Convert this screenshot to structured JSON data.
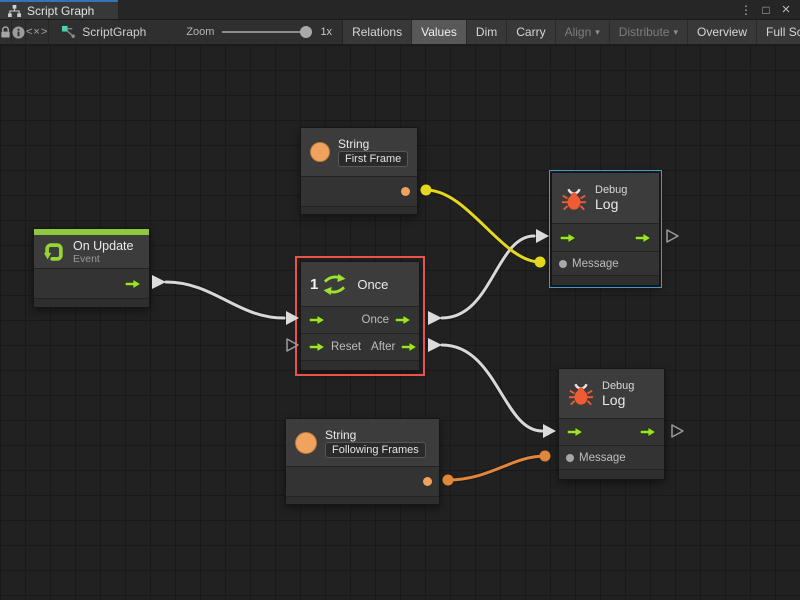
{
  "titlebar": {
    "tab_label": "Script Graph",
    "menu_glyph": "⋮",
    "maximize_glyph": "□",
    "close_glyph": "×"
  },
  "toolbar": {
    "code_glyph": "<×>",
    "graph_name": "ScriptGraph",
    "zoom_label": "Zoom",
    "zoom_value": "1x",
    "buttons": [
      {
        "label": "Relations",
        "state": "normal"
      },
      {
        "label": "Values",
        "state": "active"
      },
      {
        "label": "Dim",
        "state": "normal"
      },
      {
        "label": "Carry",
        "state": "normal"
      },
      {
        "label": "Align",
        "state": "disabled",
        "caret": "▾"
      },
      {
        "label": "Distribute",
        "state": "disabled",
        "caret": "▾"
      },
      {
        "label": "Overview",
        "state": "normal"
      },
      {
        "label": "Full Screen",
        "state": "normal"
      }
    ]
  },
  "nodes": {
    "string_first": {
      "title": "String",
      "value": "First Frame"
    },
    "on_update": {
      "title": "On Update",
      "subtitle": "Event"
    },
    "once": {
      "badge": "1",
      "title": "Once",
      "out_once": "Once",
      "in_reset": "Reset",
      "out_after": "After"
    },
    "debug_top": {
      "title": "Debug",
      "subtitle": "Log",
      "message": "Message"
    },
    "string_following": {
      "title": "String",
      "value": "Following Frames"
    },
    "debug_bottom": {
      "title": "Debug",
      "subtitle": "Log",
      "message": "Message"
    }
  },
  "connections": [
    {
      "from": "On Update flow out",
      "to": "Once flow in",
      "type": "flow",
      "color": "#d8d8d8"
    },
    {
      "from": "Once : Once",
      "to": "Debug Log top : flow in",
      "type": "flow",
      "color": "#d8d8d8"
    },
    {
      "from": "Once : After",
      "to": "Debug Log bottom : flow in",
      "type": "flow",
      "color": "#d8d8d8"
    },
    {
      "from": "String First Frame",
      "to": "Debug Log top : Message",
      "type": "value",
      "color": "#e3d81f"
    },
    {
      "from": "String Following Frames",
      "to": "Debug Log bottom : Message",
      "type": "value",
      "color": "#e2863b"
    }
  ],
  "colors": {
    "flow_green": "#9ee22f",
    "string_orange": "#f0a35e",
    "bug_orange": "#ee5b35",
    "event_green": "#8fc73e",
    "selection_red": "#ea5348",
    "selection_blue": "#3e9ad1",
    "wire_white": "#d8d8d8",
    "wire_yellow": "#e3d81f",
    "wire_orange": "#e2863b"
  }
}
